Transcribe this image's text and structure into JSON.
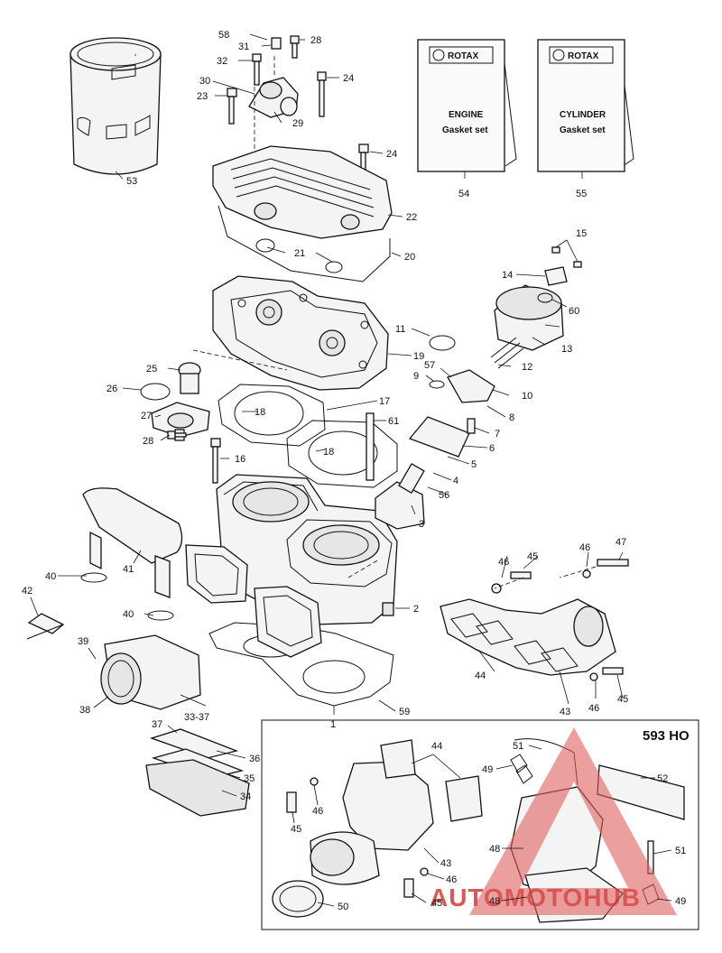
{
  "kit_boxes": [
    {
      "brand": "ROTAX",
      "line1": "ENGINE",
      "line2": "Gasket set",
      "callout": "54"
    },
    {
      "brand": "ROTAX",
      "line1": "CYLINDER",
      "line2": "Gasket set",
      "callout": "55"
    }
  ],
  "inset": {
    "title": "593 HO"
  },
  "watermark": {
    "text": "AUTOMOTOHUB",
    "color": "#d23a3a"
  },
  "callouts": {
    "c1": "1",
    "c2": "2",
    "c3": "3",
    "c4": "4",
    "c5": "5",
    "c6": "6",
    "c7": "7",
    "c8": "8",
    "c9": "9",
    "c10": "10",
    "c11": "11",
    "c12": "12",
    "c13": "13",
    "c14": "14",
    "c15": "15",
    "c16": "16",
    "c17": "17",
    "c18a": "18",
    "c18b": "18",
    "c19": "19",
    "c20": "20",
    "c21": "21",
    "c22": "22",
    "c23": "23",
    "c24a": "24",
    "c24b": "24",
    "c25": "25",
    "c26": "26",
    "c27": "27",
    "c28a": "28",
    "c28b": "28",
    "c29": "29",
    "c30": "30",
    "c31": "31",
    "c32": "32",
    "c3337": "33-37",
    "c34": "34",
    "c35": "35",
    "c36": "36",
    "c37": "37",
    "c38": "38",
    "c39": "39",
    "c40a": "40",
    "c40b": "40",
    "c41": "41",
    "c42": "42",
    "c43": "43",
    "c44": "44",
    "c45a": "45",
    "c45b": "45",
    "c46a": "46",
    "c46b": "46",
    "c46c": "46",
    "c47": "47",
    "c53": "53",
    "c54": "54",
    "c55": "55",
    "c56": "56",
    "c57": "57",
    "c58": "58",
    "c59": "59",
    "c60": "60",
    "c61": "61",
    "i43": "43",
    "i44": "44",
    "i45a": "45",
    "i45b": "45",
    "i46a": "46",
    "i46b": "46",
    "i48a": "48",
    "i48b": "48",
    "i49a": "49",
    "i49b": "49",
    "i50": "50",
    "i51a": "51",
    "i51b": "51",
    "i52": "52"
  }
}
